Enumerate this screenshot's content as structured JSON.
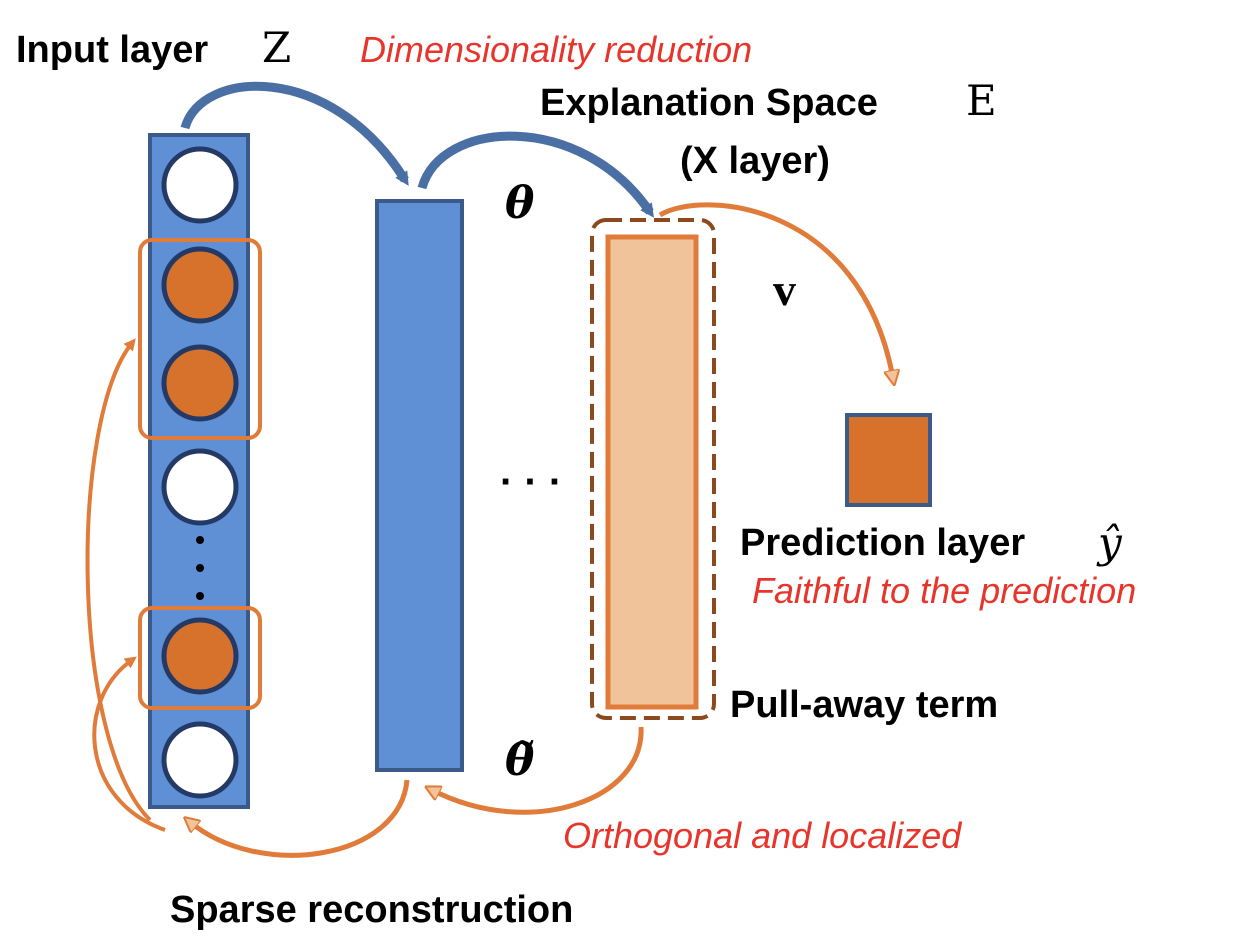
{
  "labels": {
    "input_layer": "Input layer",
    "input_symbol": "Z",
    "dim_reduction": "Dimensionality reduction",
    "explanation_space": "Explanation Space",
    "explanation_symbol": "E",
    "x_layer": "(X layer)",
    "theta": "θ",
    "theta_tilde": "θ̃",
    "v": "v",
    "ellipsis": "· · ·",
    "vertical_ellipsis": "⋮",
    "prediction_layer": "Prediction layer",
    "prediction_symbol": "ŷ",
    "faithful": "Faithful to the prediction",
    "pull_away": "Pull-away term",
    "orthogonal": "Orthogonal and localized",
    "sparse": "Sparse reconstruction"
  },
  "colors": {
    "blue_fill": "#5f8fd4",
    "blue_stroke": "#3a5a8a",
    "arrow_blue": "#4a6fa5",
    "orange_fill": "#d6722c",
    "orange_stroke": "#e07b39",
    "peach_fill": "#f0c39a",
    "dashed_brown": "#8b4a1e",
    "red_text": "#e8352b"
  },
  "input_nodes": [
    "empty",
    "filled",
    "filled",
    "empty",
    "dots",
    "filled",
    "empty"
  ],
  "icons": [
    "blue-curved-arrow",
    "orange-curved-arrow"
  ]
}
